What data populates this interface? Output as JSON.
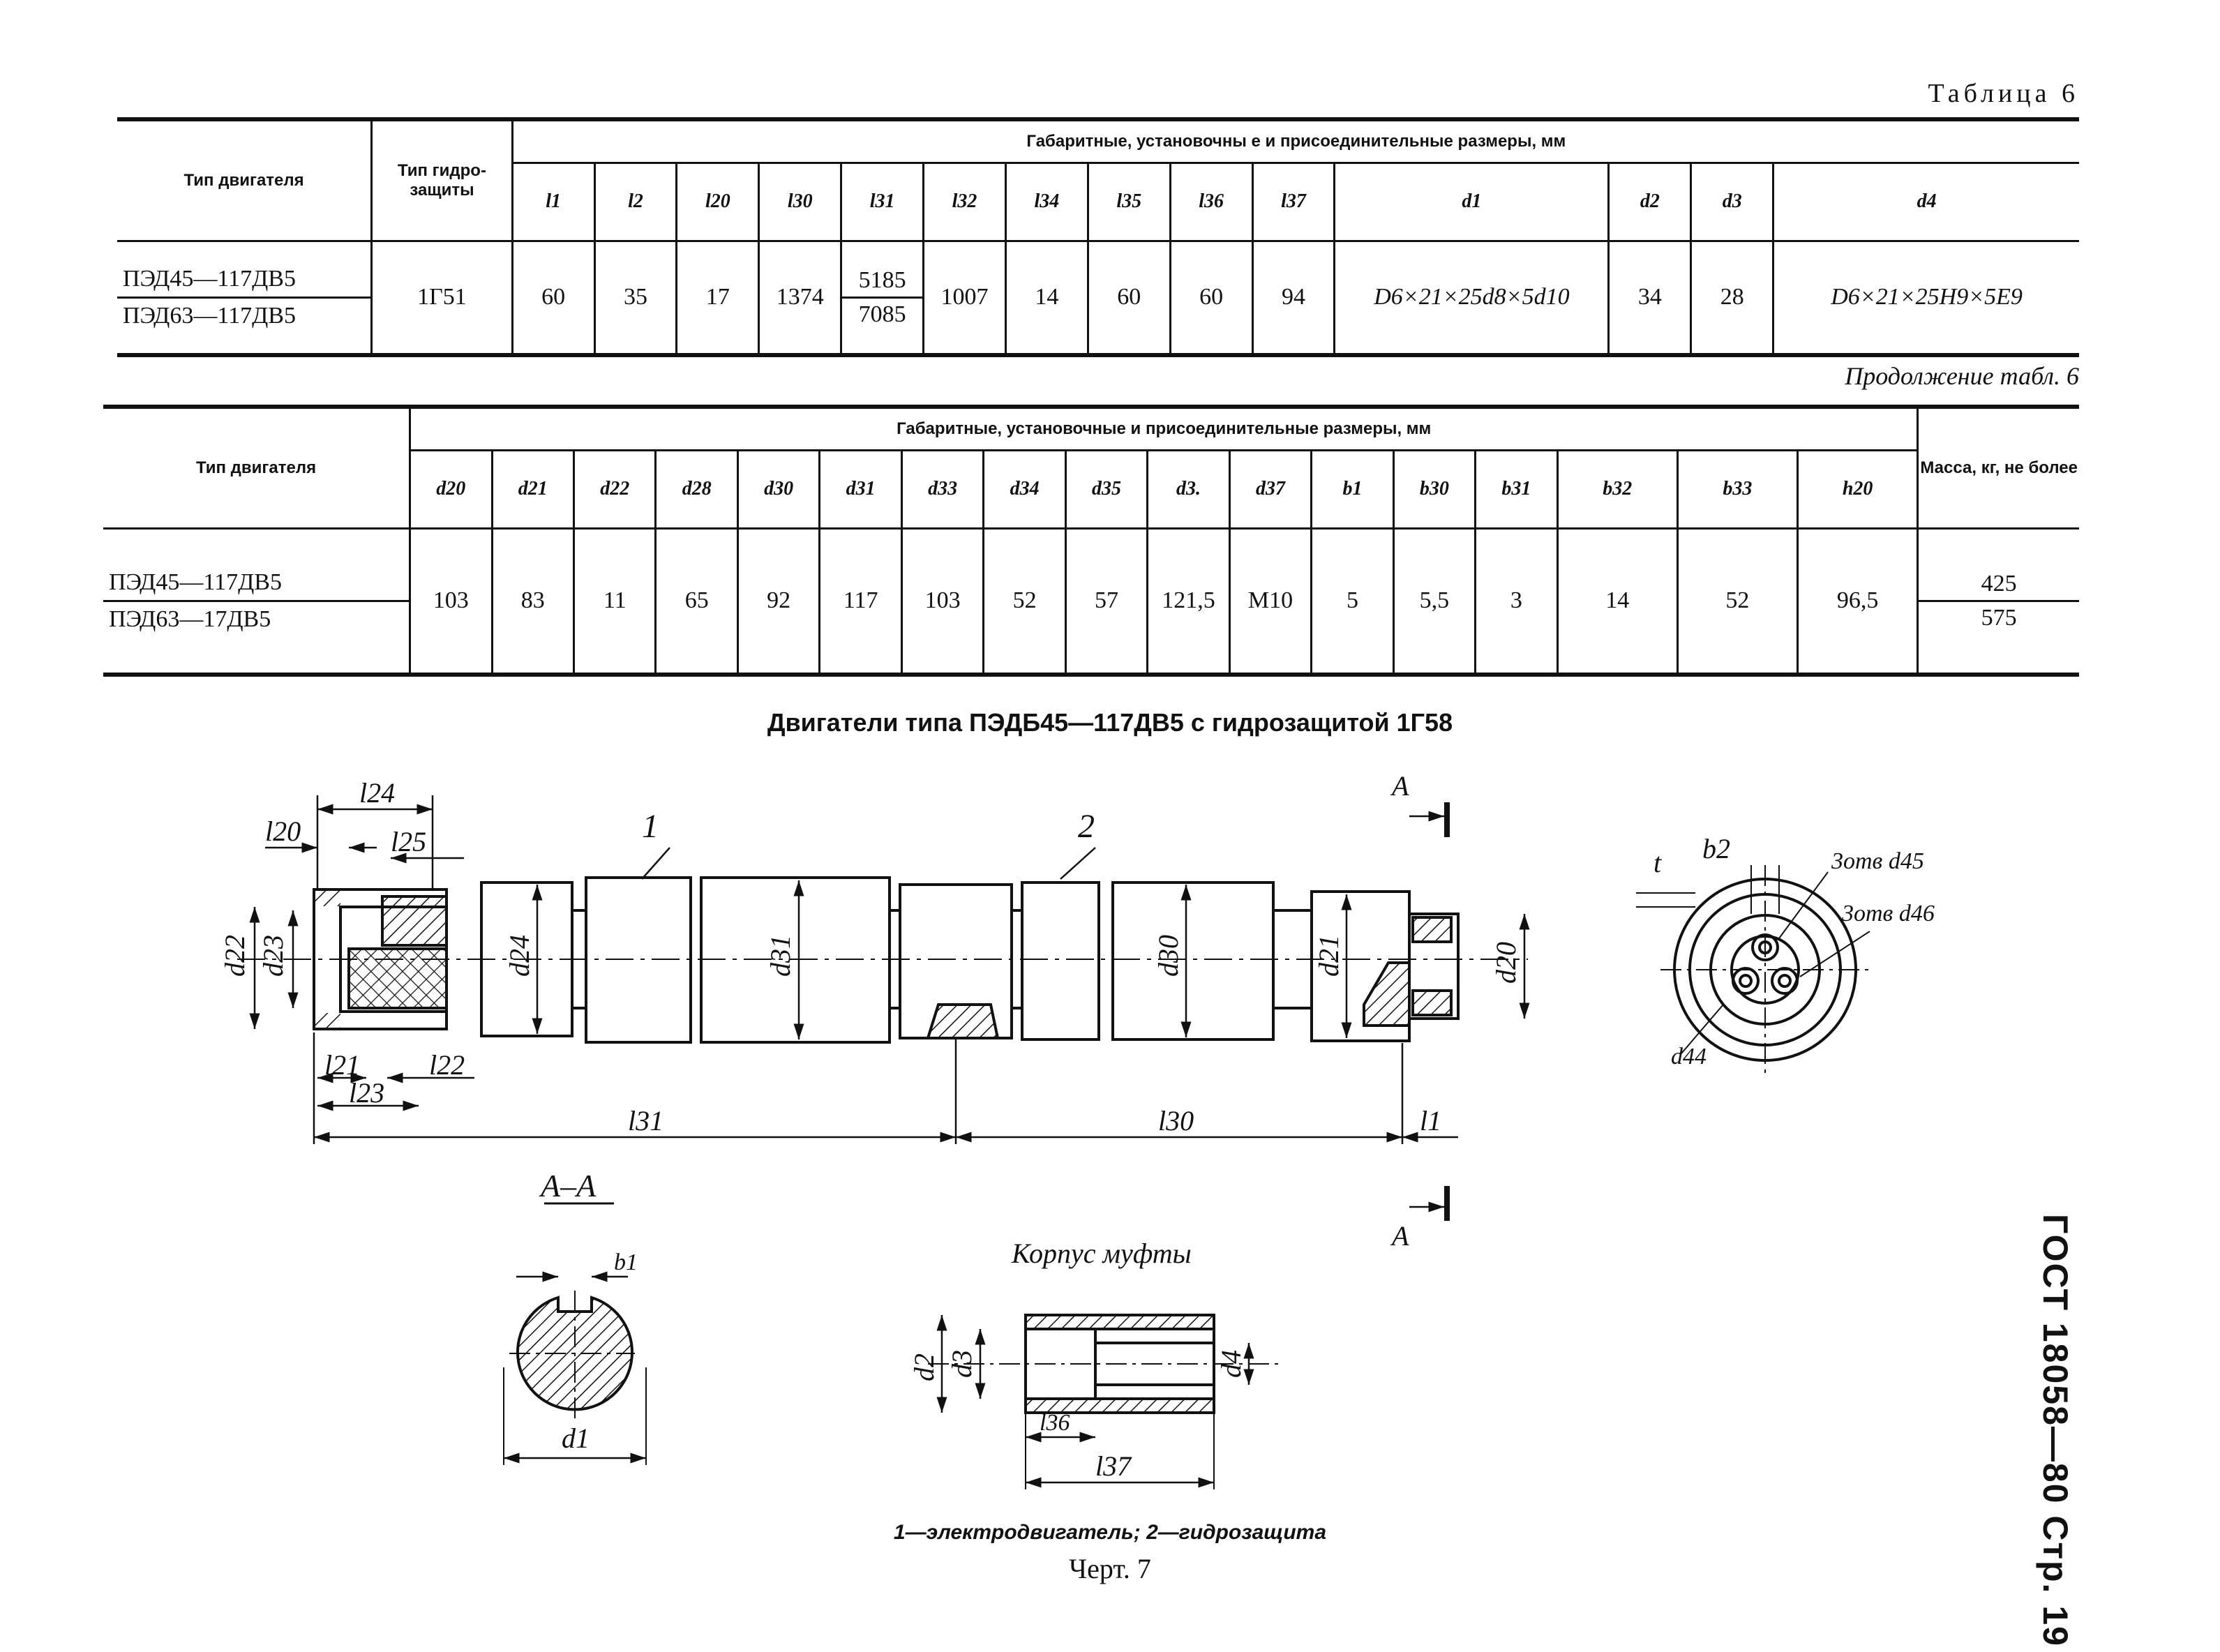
{
  "table6": {
    "caption": "Таблица 6",
    "header_engine": "Тип двигателя",
    "header_protection": "Тип гидро-защиты",
    "header_group": "Габаритные, установочны е и присоединительные размеры, мм",
    "columns": [
      "l1",
      "l2",
      "l20",
      "l30",
      "l31",
      "l32",
      "l34",
      "l35",
      "l36",
      "l37",
      "d1",
      "d2",
      "d3",
      "d4"
    ],
    "engines": [
      "ПЭД45—117ДВ5",
      "ПЭД63—117ДВ5"
    ],
    "protection": "1Г51",
    "values": {
      "l1": "60",
      "l2": "35",
      "l20": "17",
      "l30": "1374",
      "l31_top": "5185",
      "l31_bottom": "7085",
      "l32": "1007",
      "l34": "14",
      "l35": "60",
      "l36": "60",
      "l37": "94",
      "d1": "D6×21×25d8×5d10",
      "d2": "34",
      "d3": "28",
      "d4": "D6×21×25H9×5E9"
    }
  },
  "table6_cont": {
    "caption": "Продолжение табл. 6",
    "header_engine": "Тип двигателя",
    "header_group": "Габаритные, установочные и присоединительные размеры, мм",
    "header_mass": "Масса, кг, не более",
    "columns": [
      "d20",
      "d21",
      "d22",
      "d28",
      "d30",
      "d31",
      "d33",
      "d34",
      "d35",
      "d3.",
      "d37",
      "b1",
      "b30",
      "b31",
      "b32",
      "b33",
      "h20"
    ],
    "engines": [
      "ПЭД45—117ДВ5",
      "ПЭД63—17ДВ5"
    ],
    "values": [
      "103",
      "83",
      "11",
      "65",
      "92",
      "117",
      "103",
      "52",
      "57",
      "121,5",
      "M10",
      "5",
      "5,5",
      "3",
      "14",
      "52",
      "96,5"
    ],
    "mass": [
      "425",
      "575"
    ]
  },
  "drawing": {
    "title": "Двигатели типа ПЭДБ45—117ДВ5 с гидрозащитой 1Г58",
    "labels": {
      "l24": "l24",
      "l20": "l20",
      "l25": "l25",
      "l21": "l21",
      "l22": "l22",
      "l23": "l23",
      "l31": "l31",
      "l30": "l30",
      "l1": "l1",
      "d22": "d22",
      "d23": "d23",
      "d24": "d24",
      "d31": "d31",
      "d30": "d30",
      "d21": "d21",
      "d20": "d20",
      "part1": "1",
      "part2": "2",
      "section_mark": "A",
      "t": "t",
      "b2": "b2",
      "holes45": "3отв d45",
      "holes46": "3отв d46",
      "d44": "d44",
      "section_title": "А–А",
      "b1": "b1",
      "d1": "d1",
      "coupling_title": "Корпус муфты",
      "d2": "d2",
      "d3": "d3",
      "d4": "d4",
      "l36": "l36",
      "l37": "l37"
    },
    "legend": "1—электродвигатель; 2—гидрозащита",
    "figure": "Черт. 7"
  },
  "side_label": "ГОСТ 18058—80 Стр. 19"
}
